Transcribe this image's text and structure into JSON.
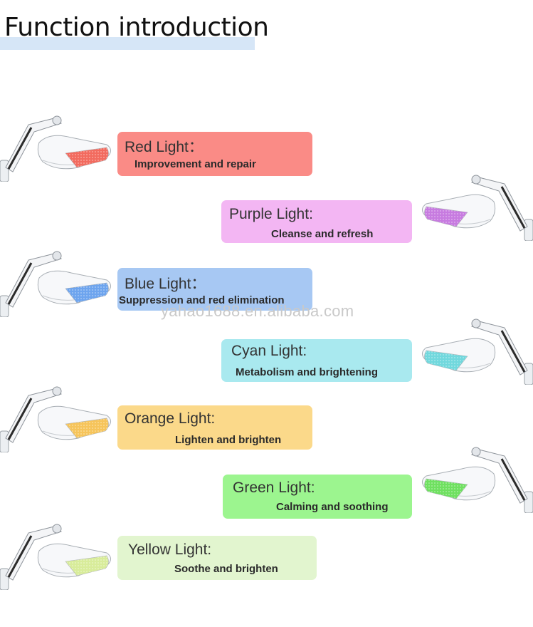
{
  "title": "Function introduction",
  "watermark": "yahao1688.en.alibaba.com",
  "lights": [
    {
      "name": "Red Light：",
      "desc": "Improvement and repair",
      "color": "#fa8b86",
      "panel": "#f26b5f"
    },
    {
      "name": "Purple Light:",
      "desc": "Cleanse and refresh",
      "color": "#f3b6f3",
      "panel": "#c77be0"
    },
    {
      "name": "Blue Light：",
      "desc": "Suppression and red elimination",
      "color": "#a7c8f3",
      "panel": "#6da4ee"
    },
    {
      "name": "Cyan Light:",
      "desc": "Metabolism and brightening",
      "color": "#a9e9ef",
      "panel": "#71d8dd"
    },
    {
      "name": "Orange Light:",
      "desc": "Lighten and brighten",
      "color": "#fbd98a",
      "panel": "#f6c45a"
    },
    {
      "name": "Green Light:",
      "desc": "Calming and soothing",
      "color": "#9cf58f",
      "panel": "#6fe060"
    },
    {
      "name": "Yellow Light:",
      "desc": "Soothe and brighten",
      "color": "#e2f5cf",
      "panel": "#d8ec9a"
    }
  ]
}
